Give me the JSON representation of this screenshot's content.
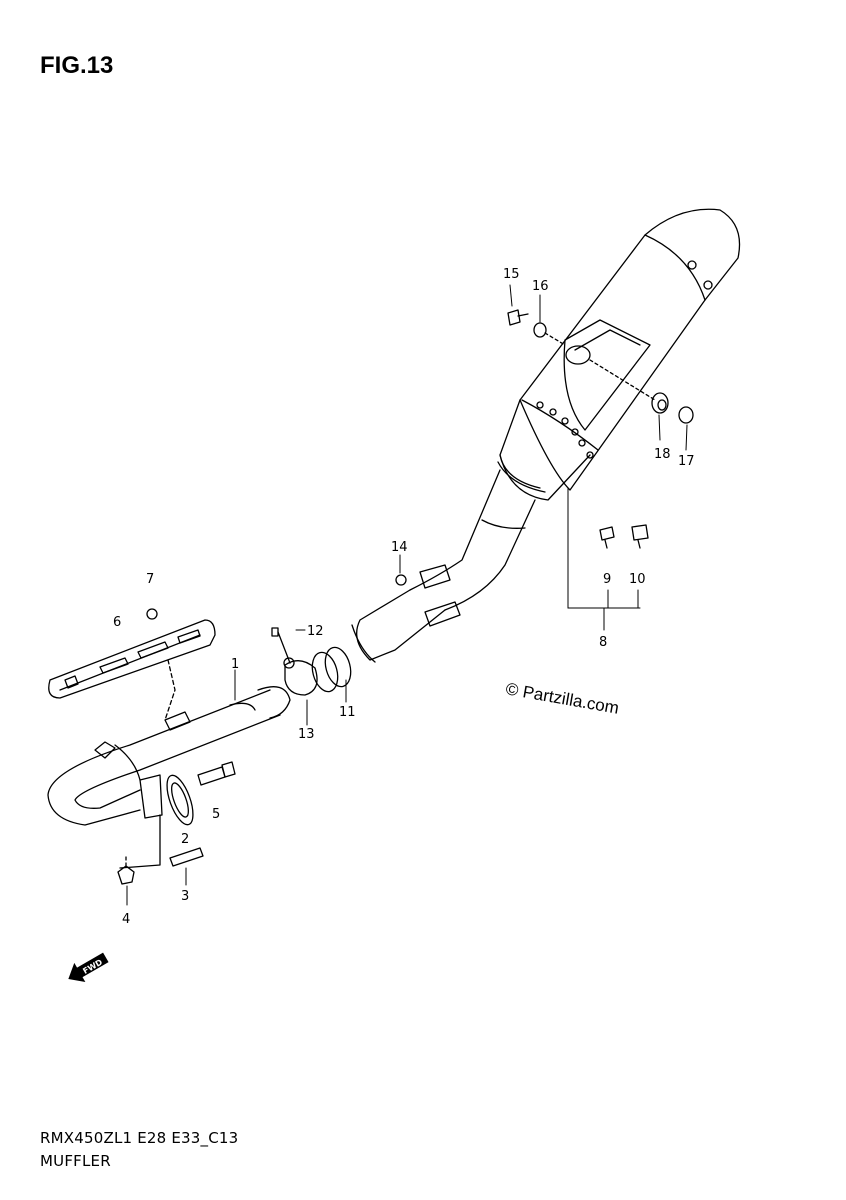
{
  "figure": {
    "title": "FIG.13",
    "model_code": "RMX450ZL1 E28 E33_C13",
    "section_name": "MUFFLER"
  },
  "watermark": "© Partzilla.com",
  "callouts": [
    {
      "id": "c1",
      "label": "1"
    },
    {
      "id": "c2",
      "label": "2"
    },
    {
      "id": "c3",
      "label": "3"
    },
    {
      "id": "c4",
      "label": "4"
    },
    {
      "id": "c5",
      "label": "5"
    },
    {
      "id": "c6",
      "label": "6"
    },
    {
      "id": "c7",
      "label": "7"
    },
    {
      "id": "c8",
      "label": "8"
    },
    {
      "id": "c9",
      "label": "9"
    },
    {
      "id": "c10",
      "label": "10"
    },
    {
      "id": "c11",
      "label": "11"
    },
    {
      "id": "c12",
      "label": "12"
    },
    {
      "id": "c13",
      "label": "13"
    },
    {
      "id": "c14",
      "label": "14"
    },
    {
      "id": "c15",
      "label": "15"
    },
    {
      "id": "c16",
      "label": "16"
    },
    {
      "id": "c17",
      "label": "17"
    },
    {
      "id": "c18",
      "label": "18"
    }
  ],
  "front_indicator": {
    "icon": "front-arrow-icon",
    "label": "FWD"
  }
}
